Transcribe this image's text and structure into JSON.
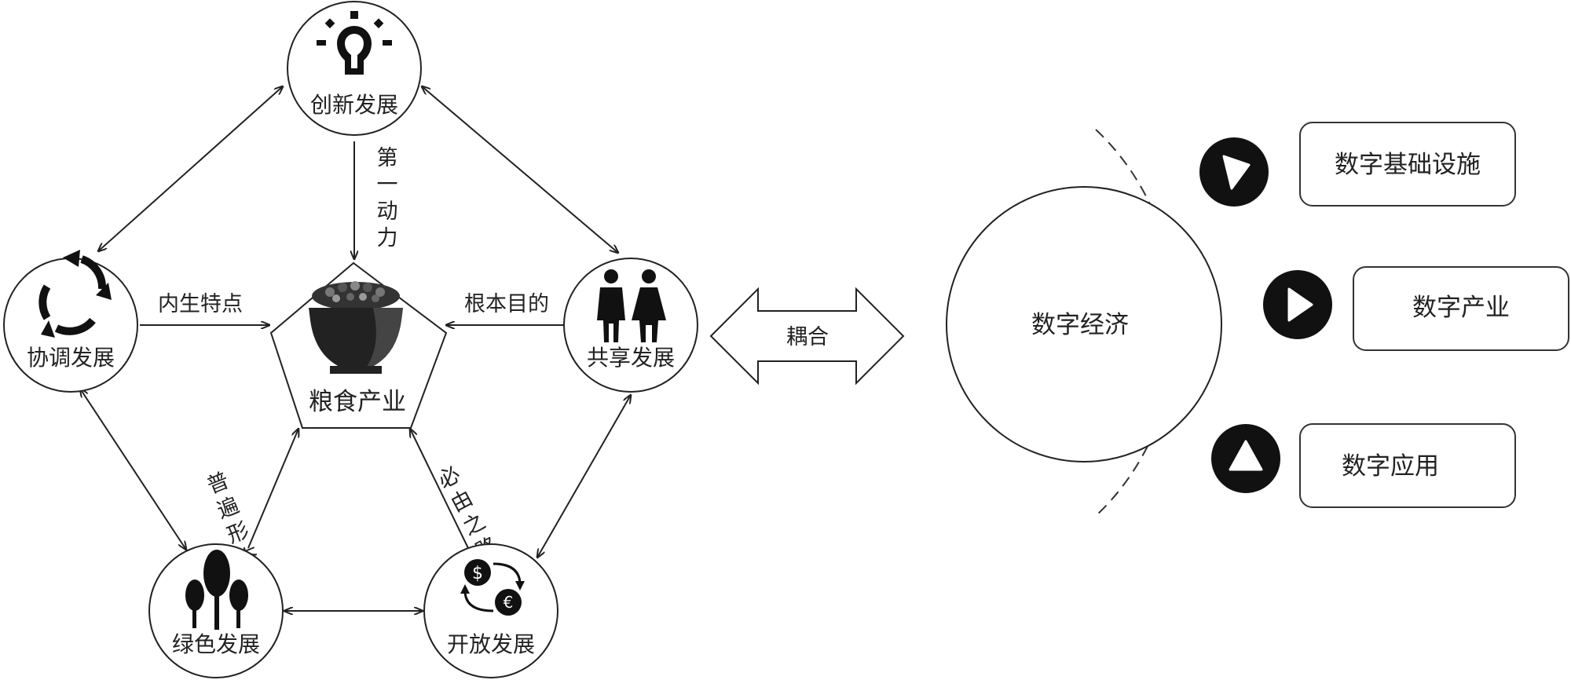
{
  "left_diagram": {
    "center": {
      "label": "粮食产业",
      "icon": "rice-bowl-icon"
    },
    "nodes": {
      "innovation": {
        "label": "创新发展",
        "icon": "lightbulb-icon"
      },
      "coordination": {
        "label": "协调发展",
        "icon": "cycle-arrows-icon"
      },
      "sharing": {
        "label": "共享发展",
        "icon": "people-icon"
      },
      "green": {
        "label": "绿色发展",
        "icon": "trees-icon"
      },
      "opening": {
        "label": "开放发展",
        "icon": "currency-exchange-icon"
      }
    },
    "edge_labels": {
      "innovation": "第一动力",
      "coordination": "内生特点",
      "sharing": "根本目的",
      "green": "普遍形态",
      "opening": "必由之路"
    }
  },
  "coupling": {
    "label": "耦合"
  },
  "right_diagram": {
    "center_label": "数字经济",
    "items": [
      {
        "label": "数字基础设施",
        "marker": "triangle-down-right-icon"
      },
      {
        "label": "数字产业",
        "marker": "triangle-right-icon"
      },
      {
        "label": "数字应用",
        "marker": "triangle-up-icon"
      }
    ]
  },
  "colors": {
    "stroke": "#222222",
    "icon": "#111111",
    "background": "#ffffff"
  }
}
